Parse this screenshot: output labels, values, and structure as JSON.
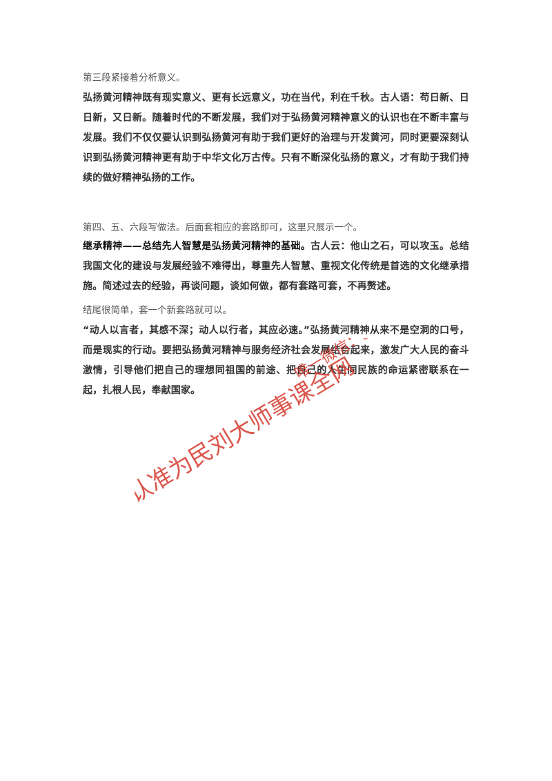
{
  "para1_intro": "第三段紧接着分析意义。",
  "para1_body": "弘扬黄河精神既有现实意义、更有长远意义，功在当代，利在千秋。古人语：苟日新、日日新，又日新。随着时代的不断发展，我们对于弘扬黄河精神意义的认识也在不断丰富与发展。我们不仅仅要认识到弘扬黄河有助于我们更好的治理与开发黄河，同时更要深刻认识到弘扬黄河精神更有助于中华文化万古传。只有不断深化弘扬的意义，才有助于我们持续的做好精神弘扬的工作。",
  "para2_intro": "第四、五、六段写做法。后面套相应的套路即可，这里只展示一个。",
  "para2_lead": "继承精神——总结先人智慧是弘扬黄河精神的基础。",
  "para2_body": "古人云：他山之石，可以攻玉。总结我国文化的建设与发展经验不难得出，尊重先人智慧、重视文化传统是首选的文化继承措施。简述过去的经验，再谈问题，谈如何做，都有套路可套，不再赘述。",
  "para3_intro": "结尾很简单，套一个新套路就可以。",
  "para3_body": "“动人以言者，其感不深；动人以行者，其应必速。”弘扬黄河精神从来不是空洞的口号，而是现实的行动。要把弘扬黄河精神与服务经济社会发展结合起来，激发广大人民的奋斗激情，引导他们把自己的理想同祖国的前途、把自己的人生同民族的命运紧密联系在一起，扎根人民，奉献国家。",
  "watermark_line1": "认准为民刘大师事课全网",
  "watermark_line2": "唯一微信：shishangan516",
  "watermark_color": "#d63a2f"
}
